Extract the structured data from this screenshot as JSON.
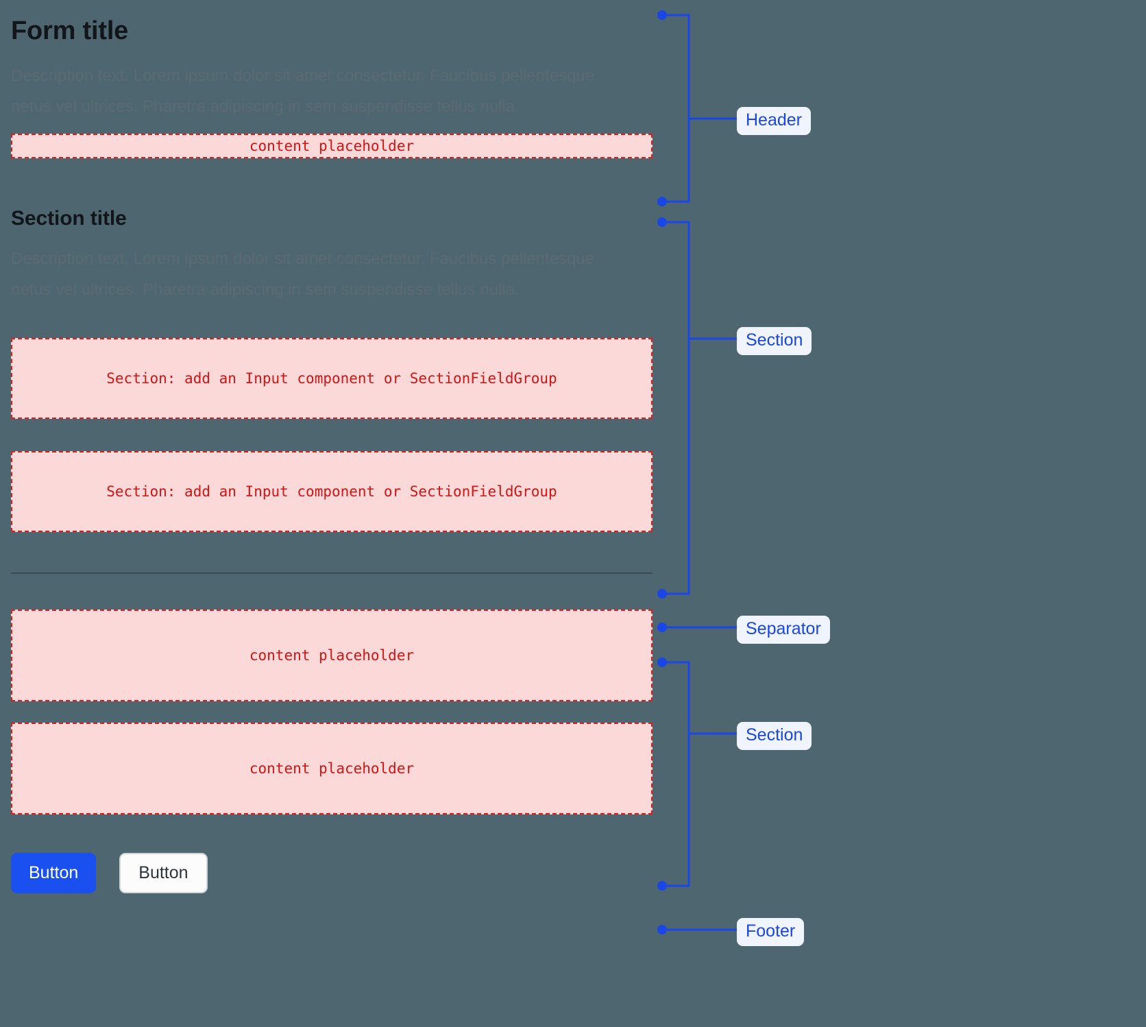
{
  "page": {
    "background_color": "#4d6670",
    "accent_color": "#1a46e8",
    "placeholder_color": "#d31414",
    "placeholder_fill": "#fbd9d9",
    "primary_button_color": "#1a50f0"
  },
  "header": {
    "title": "Form title",
    "description": "Description text. Lorem ipsum dolor sit amet consectetur. Faucibus pellentesque netus vel ultrices. Pharetra adipiscing in sem suspendisse tellus nulla.",
    "placeholder": "content placeholder"
  },
  "section_one": {
    "title": "Section title",
    "description": "Description text. Lorem ipsum dolor sit amet consectetur. Faucibus pellentesque netus vel ultrices. Pharetra adipiscing in sem suspendisse tellus nulla.",
    "field_placeholder_1": "Section: add an Input component or SectionFieldGroup",
    "field_placeholder_2": "Section: add an Input component or SectionFieldGroup"
  },
  "section_two": {
    "placeholder_1": "content placeholder",
    "placeholder_2": "content placeholder"
  },
  "footer": {
    "primary_button": "Button",
    "secondary_button": "Button"
  },
  "annotations": {
    "header": "Header",
    "section_one": "Section",
    "separator": "Separator",
    "section_two": "Section",
    "footer": "Footer"
  }
}
